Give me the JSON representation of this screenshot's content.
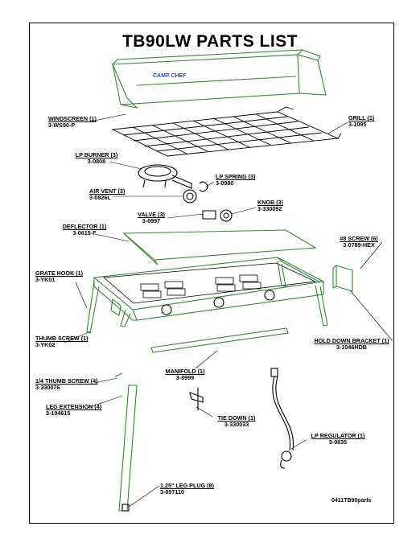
{
  "title": "TB90LW PARTS LIST",
  "doc_id": "0411TB90parts",
  "logo_text": "CAMP CHEF",
  "colors": {
    "part_outline": "#2e8b2e",
    "line": "#000000"
  },
  "parts": [
    {
      "name": "WINDSCREEN (1)",
      "part_no": "3-WS90-P"
    },
    {
      "name": "GRILL (1)",
      "part_no": "3-1095"
    },
    {
      "name": "LP BURNER (3)",
      "part_no": "3-0808"
    },
    {
      "name": "LP SPRING (3)",
      "part_no": "3-0980"
    },
    {
      "name": "AIR VENT (3)",
      "part_no": "3-0826L"
    },
    {
      "name": "KNOB (3)",
      "part_no": "3-330092"
    },
    {
      "name": "VALVE (3)",
      "part_no": "3-0997"
    },
    {
      "name": "DEFLECTOR (1)",
      "part_no": "3-0615-F"
    },
    {
      "name": "#8 SCREW (6)",
      "part_no": "3-0789-HEX"
    },
    {
      "name": "GRATE HOOK (1)",
      "part_no": "3-YK01"
    },
    {
      "name": "HOLD DOWN BRACKET (1)",
      "part_no": "3-1046HDB"
    },
    {
      "name": "THUMB SCREW (1)",
      "part_no": "3-YK02"
    },
    {
      "name": "MANIFOLD (1)",
      "part_no": "3-0999"
    },
    {
      "name": "1/4 THUMB SCREW (4)",
      "part_no": "3-330076"
    },
    {
      "name": "LEG EXTENSION (4)",
      "part_no": "3-104615"
    },
    {
      "name": "TIE DOWN (1)",
      "part_no": "3-330033"
    },
    {
      "name": "LP REGULATOR (1)",
      "part_no": "3-0835"
    },
    {
      "name": "1.25\" LEG PLUG (8)",
      "part_no": "3-097110"
    }
  ]
}
